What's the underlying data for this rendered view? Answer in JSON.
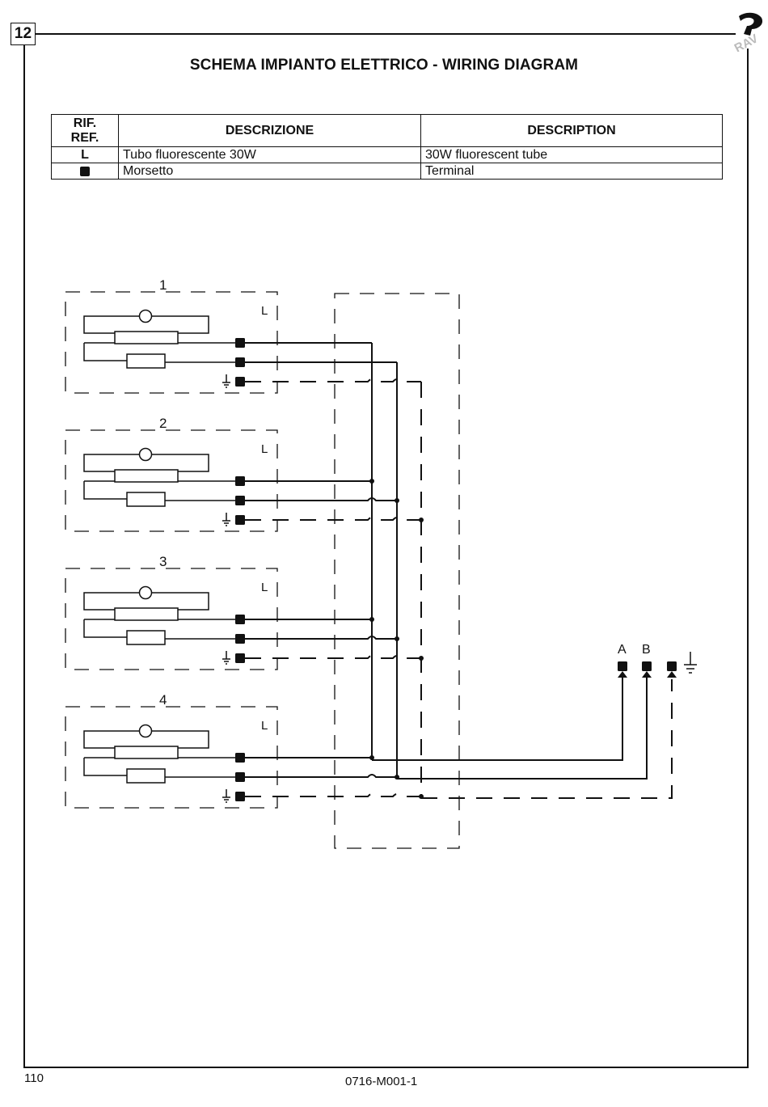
{
  "header": {
    "section_number": "12",
    "title": "SCHEMA IMPIANTO ELETTRICO - WIRING DIAGRAM",
    "logo_text": "RAV"
  },
  "legend": {
    "col_ref_line1": "RIF.",
    "col_ref_line2": "REF.",
    "col_it": "DESCRIZIONE",
    "col_en": "DESCRIPTION",
    "rows": [
      {
        "ref": "L",
        "it": "Tubo fluorescente 30W",
        "en": "30W fluorescent tube"
      },
      {
        "ref_icon": "terminal-square-icon",
        "it": "Morsetto",
        "en": "Terminal"
      }
    ]
  },
  "diagram": {
    "lamps": [
      {
        "number": "1",
        "ref": "L"
      },
      {
        "number": "2",
        "ref": "L"
      },
      {
        "number": "3",
        "ref": "L"
      },
      {
        "number": "4",
        "ref": "L"
      }
    ],
    "supply_terminals": {
      "a": "A",
      "b": "B",
      "earth_icon": "ground-icon"
    }
  },
  "footer": {
    "page_number": "110",
    "doc_code": "0716-M001-1"
  }
}
